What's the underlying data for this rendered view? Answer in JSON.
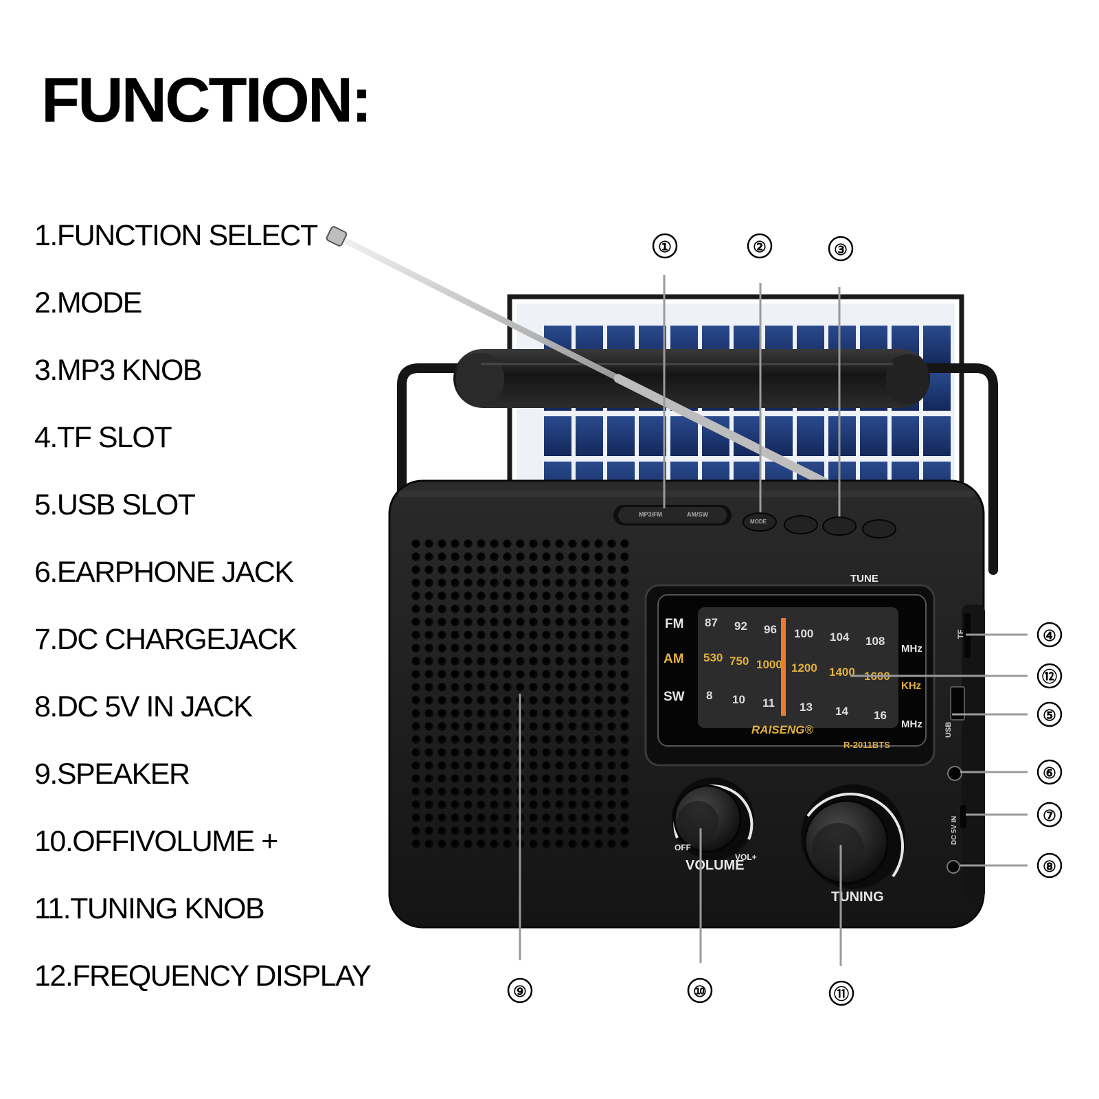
{
  "title": "FUNCTION:",
  "legend": [
    "1.FUNCTION SELECT",
    "2.MODE",
    "3.MP3 KNOB",
    "4.TF SLOT",
    "5.USB SLOT",
    "6.EARPHONE JACK",
    "7.DC CHARGEJACK",
    "8.DC 5V IN JACK",
    "9.SPEAKER",
    "10.OFFIVOLUME +",
    "11.TUNING KNOB",
    "12.FREQUENCY DISPLAY"
  ],
  "callouts": [
    "①",
    "②",
    "③",
    "④",
    "⑤",
    "⑥",
    "⑦",
    "⑧",
    "⑨",
    "⑩",
    "⑪",
    "⑫"
  ],
  "radio": {
    "brand": "RAISENG®",
    "model": "R-2011BTS",
    "tune_label": "TUNE",
    "volume_label": "VOLUME",
    "volume_off": "OFF",
    "volume_plus": "VOL+",
    "tuning_label": "TUNING",
    "top_buttons": [
      "MP3/FM",
      "AM/SW",
      "MODE"
    ],
    "side_labels": [
      "TF",
      "USB",
      "DC 5V IN"
    ],
    "bands": {
      "fm": {
        "name": "FM",
        "unit": "MHz",
        "scale": [
          "87",
          "92",
          "96",
          "100",
          "104",
          "108"
        ]
      },
      "am": {
        "name": "AM",
        "unit": "KHz",
        "scale": [
          "530",
          "750",
          "1000",
          "1200",
          "1400",
          "1600"
        ]
      },
      "sw": {
        "name": "SW",
        "unit": "MHz",
        "scale": [
          "8",
          "10",
          "11",
          "13",
          "14",
          "16"
        ]
      }
    }
  },
  "colors": {
    "body": "#1b1b1b",
    "solar_cell": "#1f3a78",
    "am_scale": "#e0b040",
    "pointer": "#f07a2a"
  }
}
